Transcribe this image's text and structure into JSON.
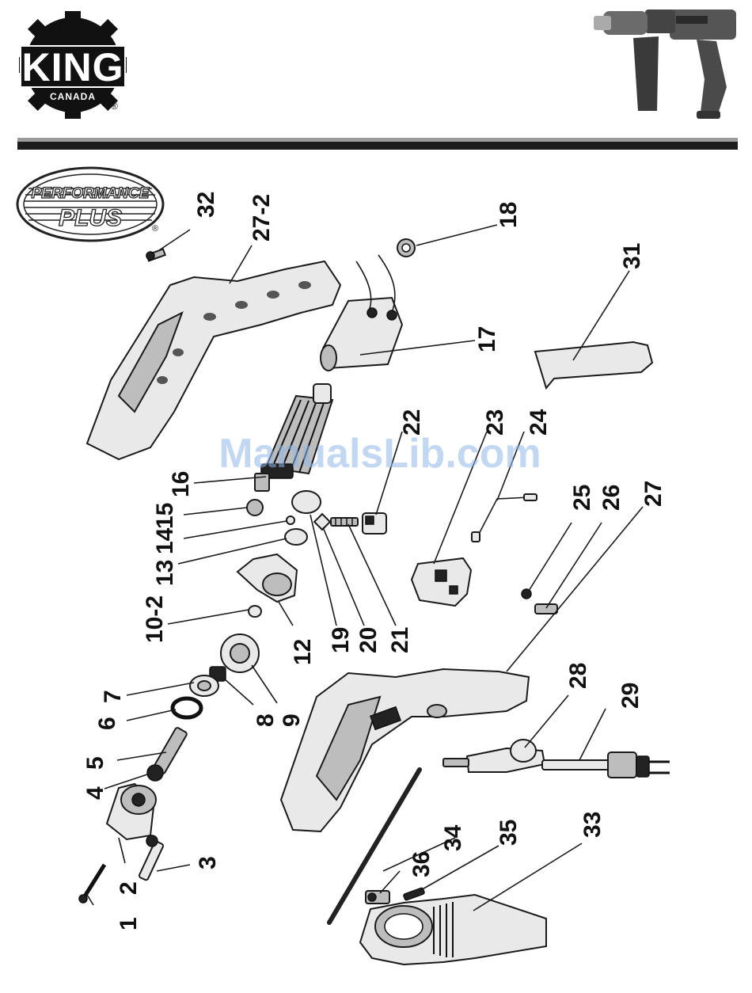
{
  "brand": {
    "name": "KING",
    "sub": "CANADA",
    "reg": "®"
  },
  "badge": {
    "line1": "PERFORMANCE",
    "line2": "PLUS",
    "reg": "®"
  },
  "watermark": "ManualsLib.com",
  "parts": [
    {
      "label": "1"
    },
    {
      "label": "2"
    },
    {
      "label": "3"
    },
    {
      "label": "4"
    },
    {
      "label": "5"
    },
    {
      "label": "6"
    },
    {
      "label": "7"
    },
    {
      "label": "8"
    },
    {
      "label": "9"
    },
    {
      "label": "10-2"
    },
    {
      "label": "12"
    },
    {
      "label": "13"
    },
    {
      "label": "14"
    },
    {
      "label": "15"
    },
    {
      "label": "16"
    },
    {
      "label": "17"
    },
    {
      "label": "18"
    },
    {
      "label": "19"
    },
    {
      "label": "20"
    },
    {
      "label": "21"
    },
    {
      "label": "22"
    },
    {
      "label": "23"
    },
    {
      "label": "24"
    },
    {
      "label": "25"
    },
    {
      "label": "26"
    },
    {
      "label": "27"
    },
    {
      "label": "27-2"
    },
    {
      "label": "28"
    },
    {
      "label": "29"
    },
    {
      "label": "31"
    },
    {
      "label": "32"
    },
    {
      "label": "33"
    },
    {
      "label": "34"
    },
    {
      "label": "35"
    },
    {
      "label": "36"
    }
  ]
}
